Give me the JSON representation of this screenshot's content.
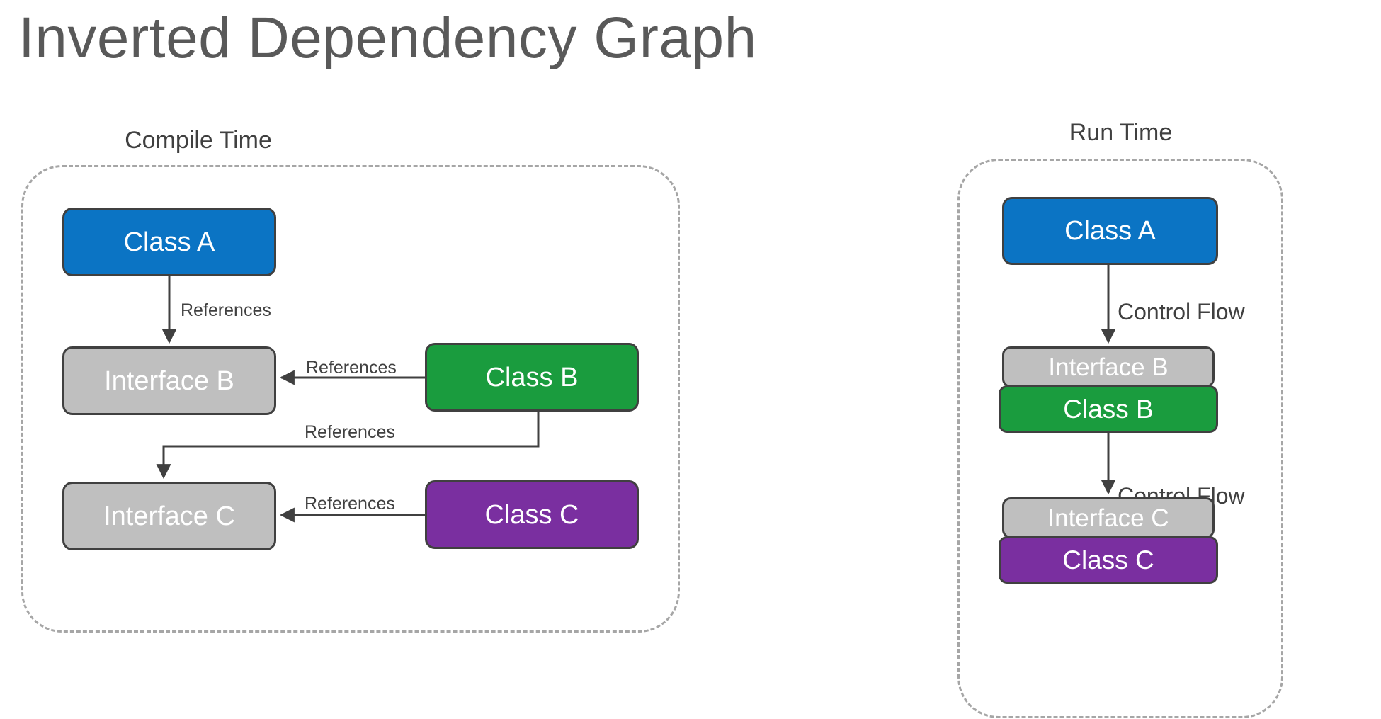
{
  "title": "Inverted Dependency Graph",
  "sections": {
    "compile": {
      "caption": "Compile Time",
      "nodes": {
        "class_a": "Class A",
        "interface_b": "Interface B",
        "class_b": "Class B",
        "interface_c": "Interface C",
        "class_c": "Class C"
      },
      "edges": {
        "a_to_interface_b": "References",
        "class_b_to_interface_b": "References",
        "class_b_to_interface_c": "References",
        "class_c_to_interface_c": "References"
      }
    },
    "runtime": {
      "caption": "Run Time",
      "nodes": {
        "class_a": "Class A",
        "interface_b": "Interface B",
        "class_b": "Class B",
        "interface_c": "Interface C",
        "class_c": "Class C"
      },
      "edges": {
        "a_to_b": "Control Flow",
        "b_to_c": "Control Flow"
      }
    }
  },
  "colors": {
    "title_text": "#595959",
    "body_text": "#404040",
    "blue": "#0b74c4",
    "green": "#1a9c3e",
    "purple": "#7a2fa0",
    "grey": "#bfbfbf",
    "border": "#404040",
    "dashed_zone": "#a6a6a6",
    "connector": "#404040",
    "background": "#ffffff"
  }
}
